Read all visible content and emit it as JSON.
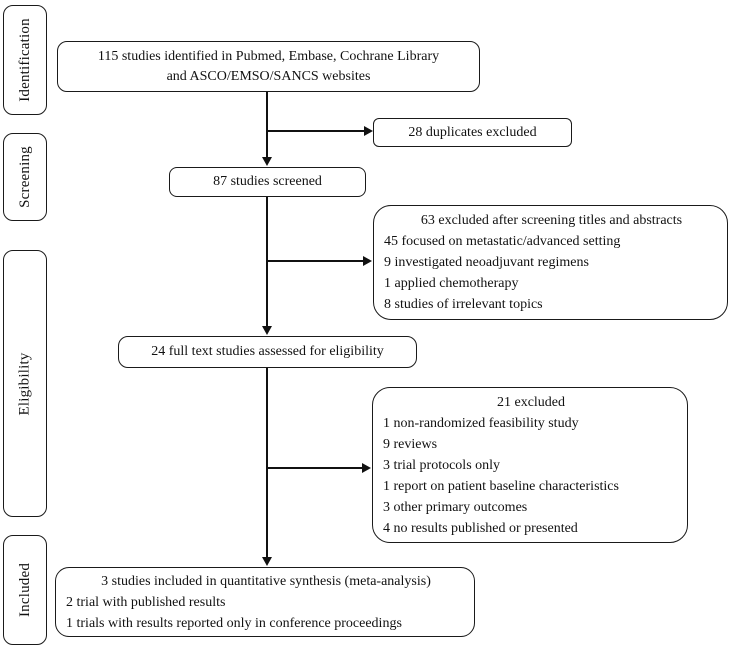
{
  "diagram": {
    "stages": [
      {
        "label": "Identification"
      },
      {
        "label": "Screening"
      },
      {
        "label": "Eligibility"
      },
      {
        "label": "Included"
      }
    ],
    "boxes": {
      "identified": {
        "line1": "115 studies identified in Pubmed, Embase, Cochrane Library",
        "line2": "and ASCO/EMSO/SANCS websites"
      },
      "duplicates_excluded": {
        "text": "28 duplicates excluded"
      },
      "screened": {
        "text": "87 studies screened"
      },
      "screening_excluded": {
        "title": "63 excluded after screening titles and abstracts",
        "items": [
          "45 focused on metastatic/advanced setting",
          "9 investigated neoadjuvant regimens",
          "1 applied chemotherapy",
          "8 studies of irrelevant topics"
        ]
      },
      "full_text_assessed": {
        "text": "24 full text studies assessed for eligibility"
      },
      "full_text_excluded": {
        "title": "21 excluded",
        "items": [
          "1 non-randomized feasibility study",
          "9 reviews",
          "3 trial protocols only",
          "1 report on patient baseline characteristics",
          "3 other primary outcomes",
          "4 no results published or presented"
        ]
      },
      "included_synthesis": {
        "title": "3 studies included in quantitative synthesis (meta-analysis)",
        "items": [
          "2 trial with published results",
          "1 trials with results reported only in conference proceedings"
        ]
      }
    },
    "colors": {
      "border": "#1a1a1a",
      "line": "#111111",
      "text": "#111111",
      "background": "#ffffff"
    }
  }
}
